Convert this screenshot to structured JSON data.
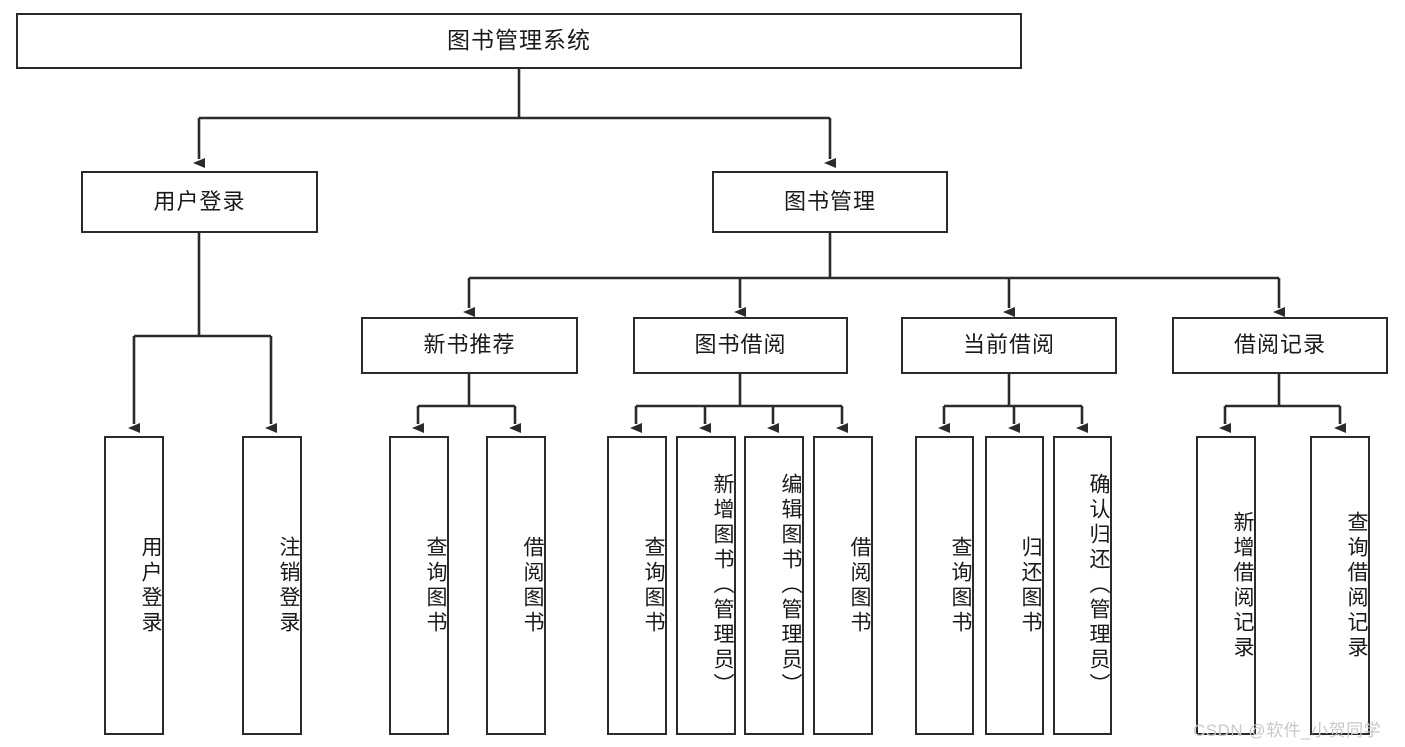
{
  "diagram": {
    "type": "tree-hierarchy",
    "title": "图书管理系统",
    "orientation": "top-down",
    "nodes": {
      "root": {
        "label": "图书管理系统",
        "level": 0
      },
      "user_login": {
        "label": "用户登录",
        "level": 1
      },
      "book_manage": {
        "label": "图书管理",
        "level": 1
      },
      "new_book_rec": {
        "label": "新书推荐",
        "level": 2
      },
      "book_borrow": {
        "label": "图书借阅",
        "level": 2
      },
      "current_borrow": {
        "label": "当前借阅",
        "level": 2
      },
      "borrow_record": {
        "label": "借阅记录",
        "level": 2
      },
      "leaf_user_login": {
        "label": "用户登录",
        "level": 3,
        "orientation": "vertical"
      },
      "leaf_logout_login": {
        "label": "注销登录",
        "level": 3,
        "orientation": "vertical"
      },
      "leaf_query_book_1": {
        "label": "查询图书",
        "level": 3,
        "orientation": "vertical"
      },
      "leaf_borrow_book_1": {
        "label": "借阅图书",
        "level": 3,
        "orientation": "vertical"
      },
      "leaf_query_book_2": {
        "label": "查询图书",
        "level": 3,
        "orientation": "vertical"
      },
      "leaf_add_book": {
        "label": "新增图书（管理员）",
        "level": 3,
        "orientation": "vertical"
      },
      "leaf_edit_book": {
        "label": "编辑图书（管理员）",
        "level": 3,
        "orientation": "vertical"
      },
      "leaf_borrow_book_2": {
        "label": "借阅图书",
        "level": 3,
        "orientation": "vertical"
      },
      "leaf_query_book_3": {
        "label": "查询图书",
        "level": 3,
        "orientation": "vertical"
      },
      "leaf_return_book": {
        "label": "归还图书",
        "level": 3,
        "orientation": "vertical"
      },
      "leaf_confirm_return": {
        "label": "确认归还（管理员）",
        "level": 3,
        "orientation": "vertical"
      },
      "leaf_add_record": {
        "label": "新增借阅记录",
        "level": 3,
        "orientation": "vertical"
      },
      "leaf_query_record": {
        "label": "查询借阅记录",
        "level": 3,
        "orientation": "vertical"
      }
    },
    "edges": [
      {
        "from": "root",
        "to": "user_login"
      },
      {
        "from": "root",
        "to": "book_manage"
      },
      {
        "from": "user_login",
        "to": "leaf_user_login"
      },
      {
        "from": "user_login",
        "to": "leaf_logout_login"
      },
      {
        "from": "book_manage",
        "to": "new_book_rec"
      },
      {
        "from": "book_manage",
        "to": "book_borrow"
      },
      {
        "from": "book_manage",
        "to": "current_borrow"
      },
      {
        "from": "book_manage",
        "to": "borrow_record"
      },
      {
        "from": "new_book_rec",
        "to": "leaf_query_book_1"
      },
      {
        "from": "new_book_rec",
        "to": "leaf_borrow_book_1"
      },
      {
        "from": "book_borrow",
        "to": "leaf_query_book_2"
      },
      {
        "from": "book_borrow",
        "to": "leaf_add_book"
      },
      {
        "from": "book_borrow",
        "to": "leaf_edit_book"
      },
      {
        "from": "book_borrow",
        "to": "leaf_borrow_book_2"
      },
      {
        "from": "current_borrow",
        "to": "leaf_query_book_3"
      },
      {
        "from": "current_borrow",
        "to": "leaf_return_book"
      },
      {
        "from": "current_borrow",
        "to": "leaf_confirm_return"
      },
      {
        "from": "borrow_record",
        "to": "leaf_add_record"
      },
      {
        "from": "borrow_record",
        "to": "leaf_query_record"
      }
    ],
    "colors": {
      "box_border": "#2b2b2b",
      "box_fill": "#ffffff",
      "edge": "#2b2b2b",
      "text": "#1a1a1a",
      "watermark": "#c9c9c9",
      "background": "#ffffff"
    }
  },
  "watermark": {
    "text": "CSDN @软件_小贺同学"
  }
}
